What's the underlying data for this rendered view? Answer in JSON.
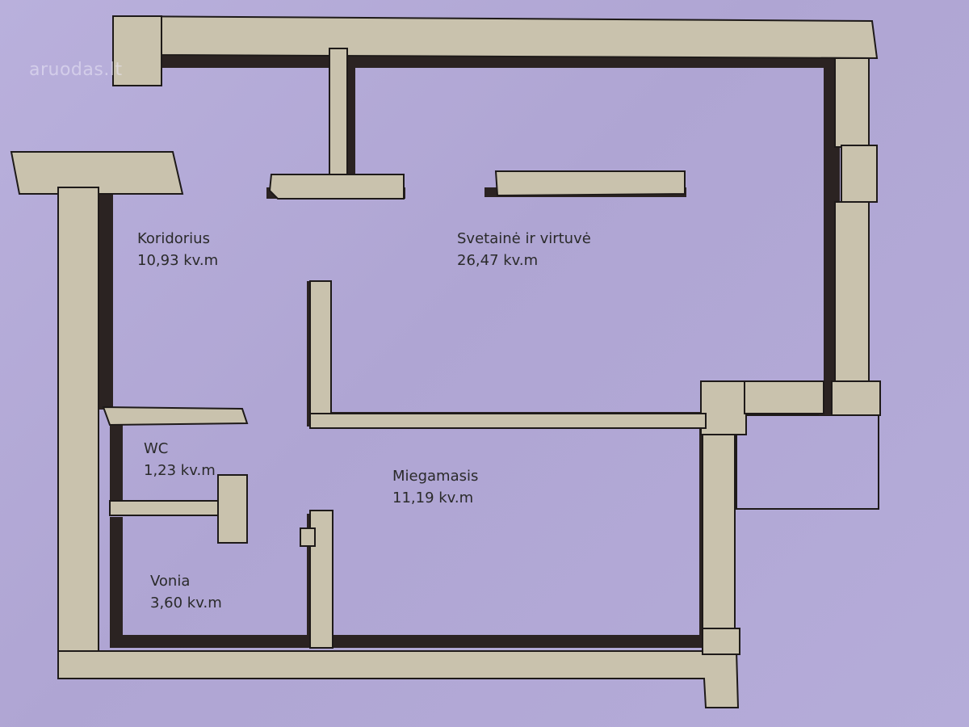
{
  "watermark": "aruodas.lt",
  "colors": {
    "background": "#b3a9d6",
    "wall_face": "#c9c2ad",
    "wall_shadow": "#2b2322",
    "wall_outline": "#1e1a19"
  },
  "rooms": [
    {
      "id": "koridorius",
      "name": "Koridorius",
      "area": "10,93 kv.m"
    },
    {
      "id": "svetaine",
      "name": "Svetainė ir virtuvė",
      "area": "26,47 kv.m"
    },
    {
      "id": "wc",
      "name": "WC",
      "area": "1,23 kv.m"
    },
    {
      "id": "miegamasis",
      "name": "Miegamasis",
      "area": "11,19 kv.m"
    },
    {
      "id": "vonia",
      "name": "Vonia",
      "area": "3,60 kv.m"
    }
  ]
}
